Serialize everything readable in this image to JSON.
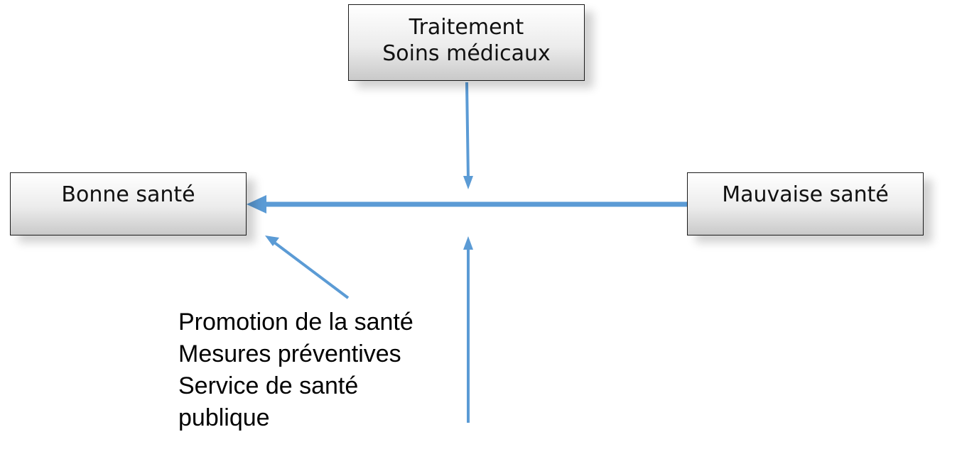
{
  "boxes": {
    "traitement": {
      "line1": "Traitement",
      "line2": "Soins médicaux"
    },
    "bonne_sante": {
      "label": "Bonne santé"
    },
    "mauvaise_sante": {
      "label": "Mauvaise santé"
    }
  },
  "promotion": {
    "lines": [
      "Promotion de la santé",
      "Mesures préventives",
      "Service de santé",
      "publique"
    ]
  },
  "colors": {
    "arrow": "#5B9BD5",
    "box_border": "#1a1a1a",
    "text": "#000000"
  }
}
